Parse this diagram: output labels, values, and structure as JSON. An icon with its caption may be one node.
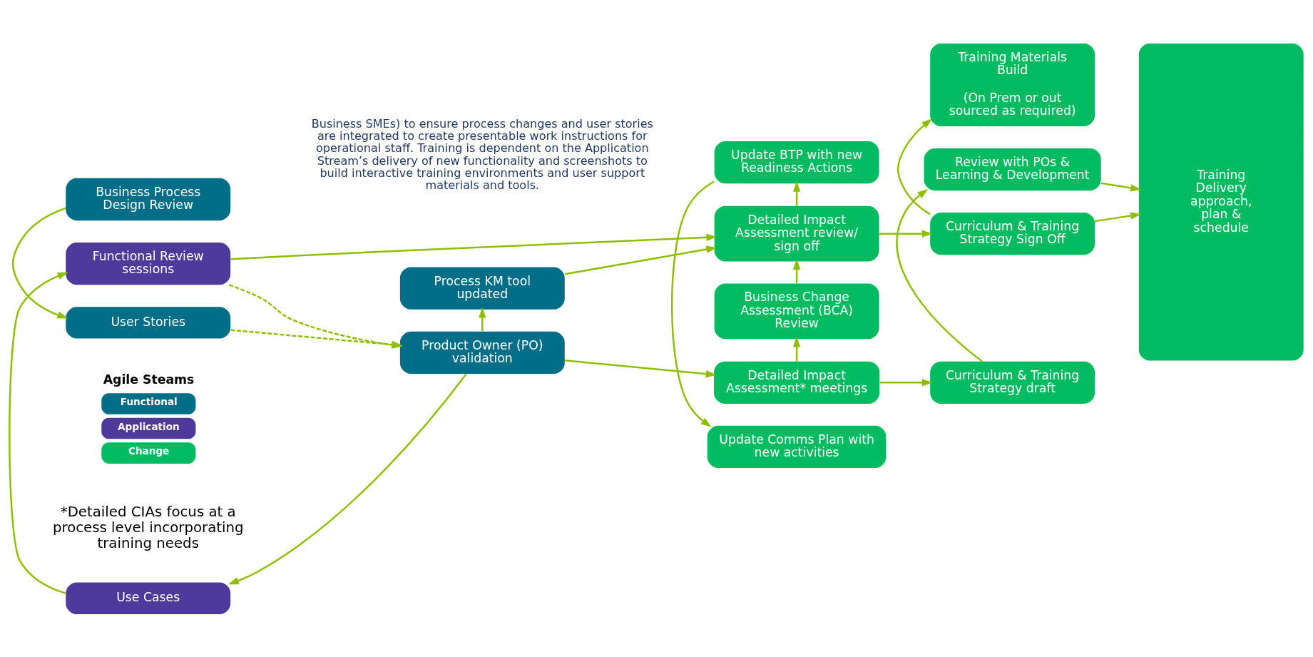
{
  "diagram": {
    "nodes": [
      {
        "text": [
          "Business Process Design Review"
        ]
      },
      {
        "text": [
          "User Stories"
        ]
      },
      {
        "text": [
          "Product Owner (PO) validation"
        ]
      },
      {
        "text": [
          "Detailed Impact Assessment* meetings"
        ]
      },
      {
        "text": [
          "Curriculum & Training Strategy draft"
        ]
      },
      {
        "text": [
          "Training Delivery approach, plan & schedule"
        ]
      },
      {
        "text": [
          "Use Cases"
        ]
      },
      {
        "text": [
          "Review with POs & Learning & Development"
        ]
      },
      {
        "text": [
          "Business Change Assessment (BCA) Review"
        ]
      },
      {
        "text": [
          "Functional Review sessions"
        ]
      },
      {
        "text": [
          "Process KM tool updated"
        ]
      },
      {
        "text": [
          "Detailed Impact Assessment review/ sign off"
        ]
      },
      {
        "text": [
          "Curriculum & Training Strategy Sign Off"
        ]
      },
      {
        "text": [
          "Update BTP with new Readiness Actions"
        ]
      },
      {
        "text": [
          "Training Materials Build",
          "(On Prem or out sourced as required)"
        ]
      },
      {
        "text": [
          "Update Comms Plan with new activities"
        ]
      }
    ],
    "edges": [
      {
        "from": 0,
        "to": 1,
        "arrow": "to"
      },
      {
        "from": 1,
        "to": 2,
        "arrow": "to",
        "style": "dashed"
      },
      {
        "from": 9,
        "to": 2,
        "arrow": "to",
        "style": "dashed"
      },
      {
        "from": 2,
        "to": 6,
        "arrow": "to"
      },
      {
        "from": 2,
        "to": 10,
        "arrow": "to"
      },
      {
        "from": 6,
        "to": 9,
        "arrow": "to"
      },
      {
        "from": 2,
        "to": 3,
        "arrow": "to"
      },
      {
        "from": 9,
        "to": 11,
        "arrow": "to"
      },
      {
        "from": 10,
        "to": 11,
        "arrow": "to"
      },
      {
        "from": 3,
        "to": 4,
        "arrow": "to"
      },
      {
        "from": 3,
        "to": 8,
        "arrow": "to"
      },
      {
        "from": 4,
        "to": 7,
        "arrow": "to"
      },
      {
        "from": 7,
        "to": 5,
        "arrow": "to"
      },
      {
        "from": 8,
        "to": 11,
        "arrow": "to"
      },
      {
        "from": 11,
        "to": 12,
        "arrow": "to"
      },
      {
        "from": 11,
        "to": 13,
        "arrow": "to"
      },
      {
        "from": 13,
        "to": 15,
        "arrow": "to"
      },
      {
        "from": 12,
        "to": 5,
        "arrow": "to"
      },
      {
        "from": 12,
        "to": 14,
        "arrow": "to"
      }
    ],
    "labels": [
      "Business SMEs) to ensure process changes and user stories are integrated to create presentable work instructions for operational staff. Training is dependent on the Application Stream’s delivery of new functionality and screenshots to build interactive training environments and user support materials and tools.",
      "Agile Steams",
      "*Detailed CIAs focus at a process level incorporating training needs"
    ],
    "legend": [
      {
        "text": "Functional",
        "color": "#006e87"
      },
      {
        "text": "Application",
        "color": "#4e3a9b"
      },
      {
        "text": "Change",
        "color": "#00bb5f"
      }
    ]
  }
}
